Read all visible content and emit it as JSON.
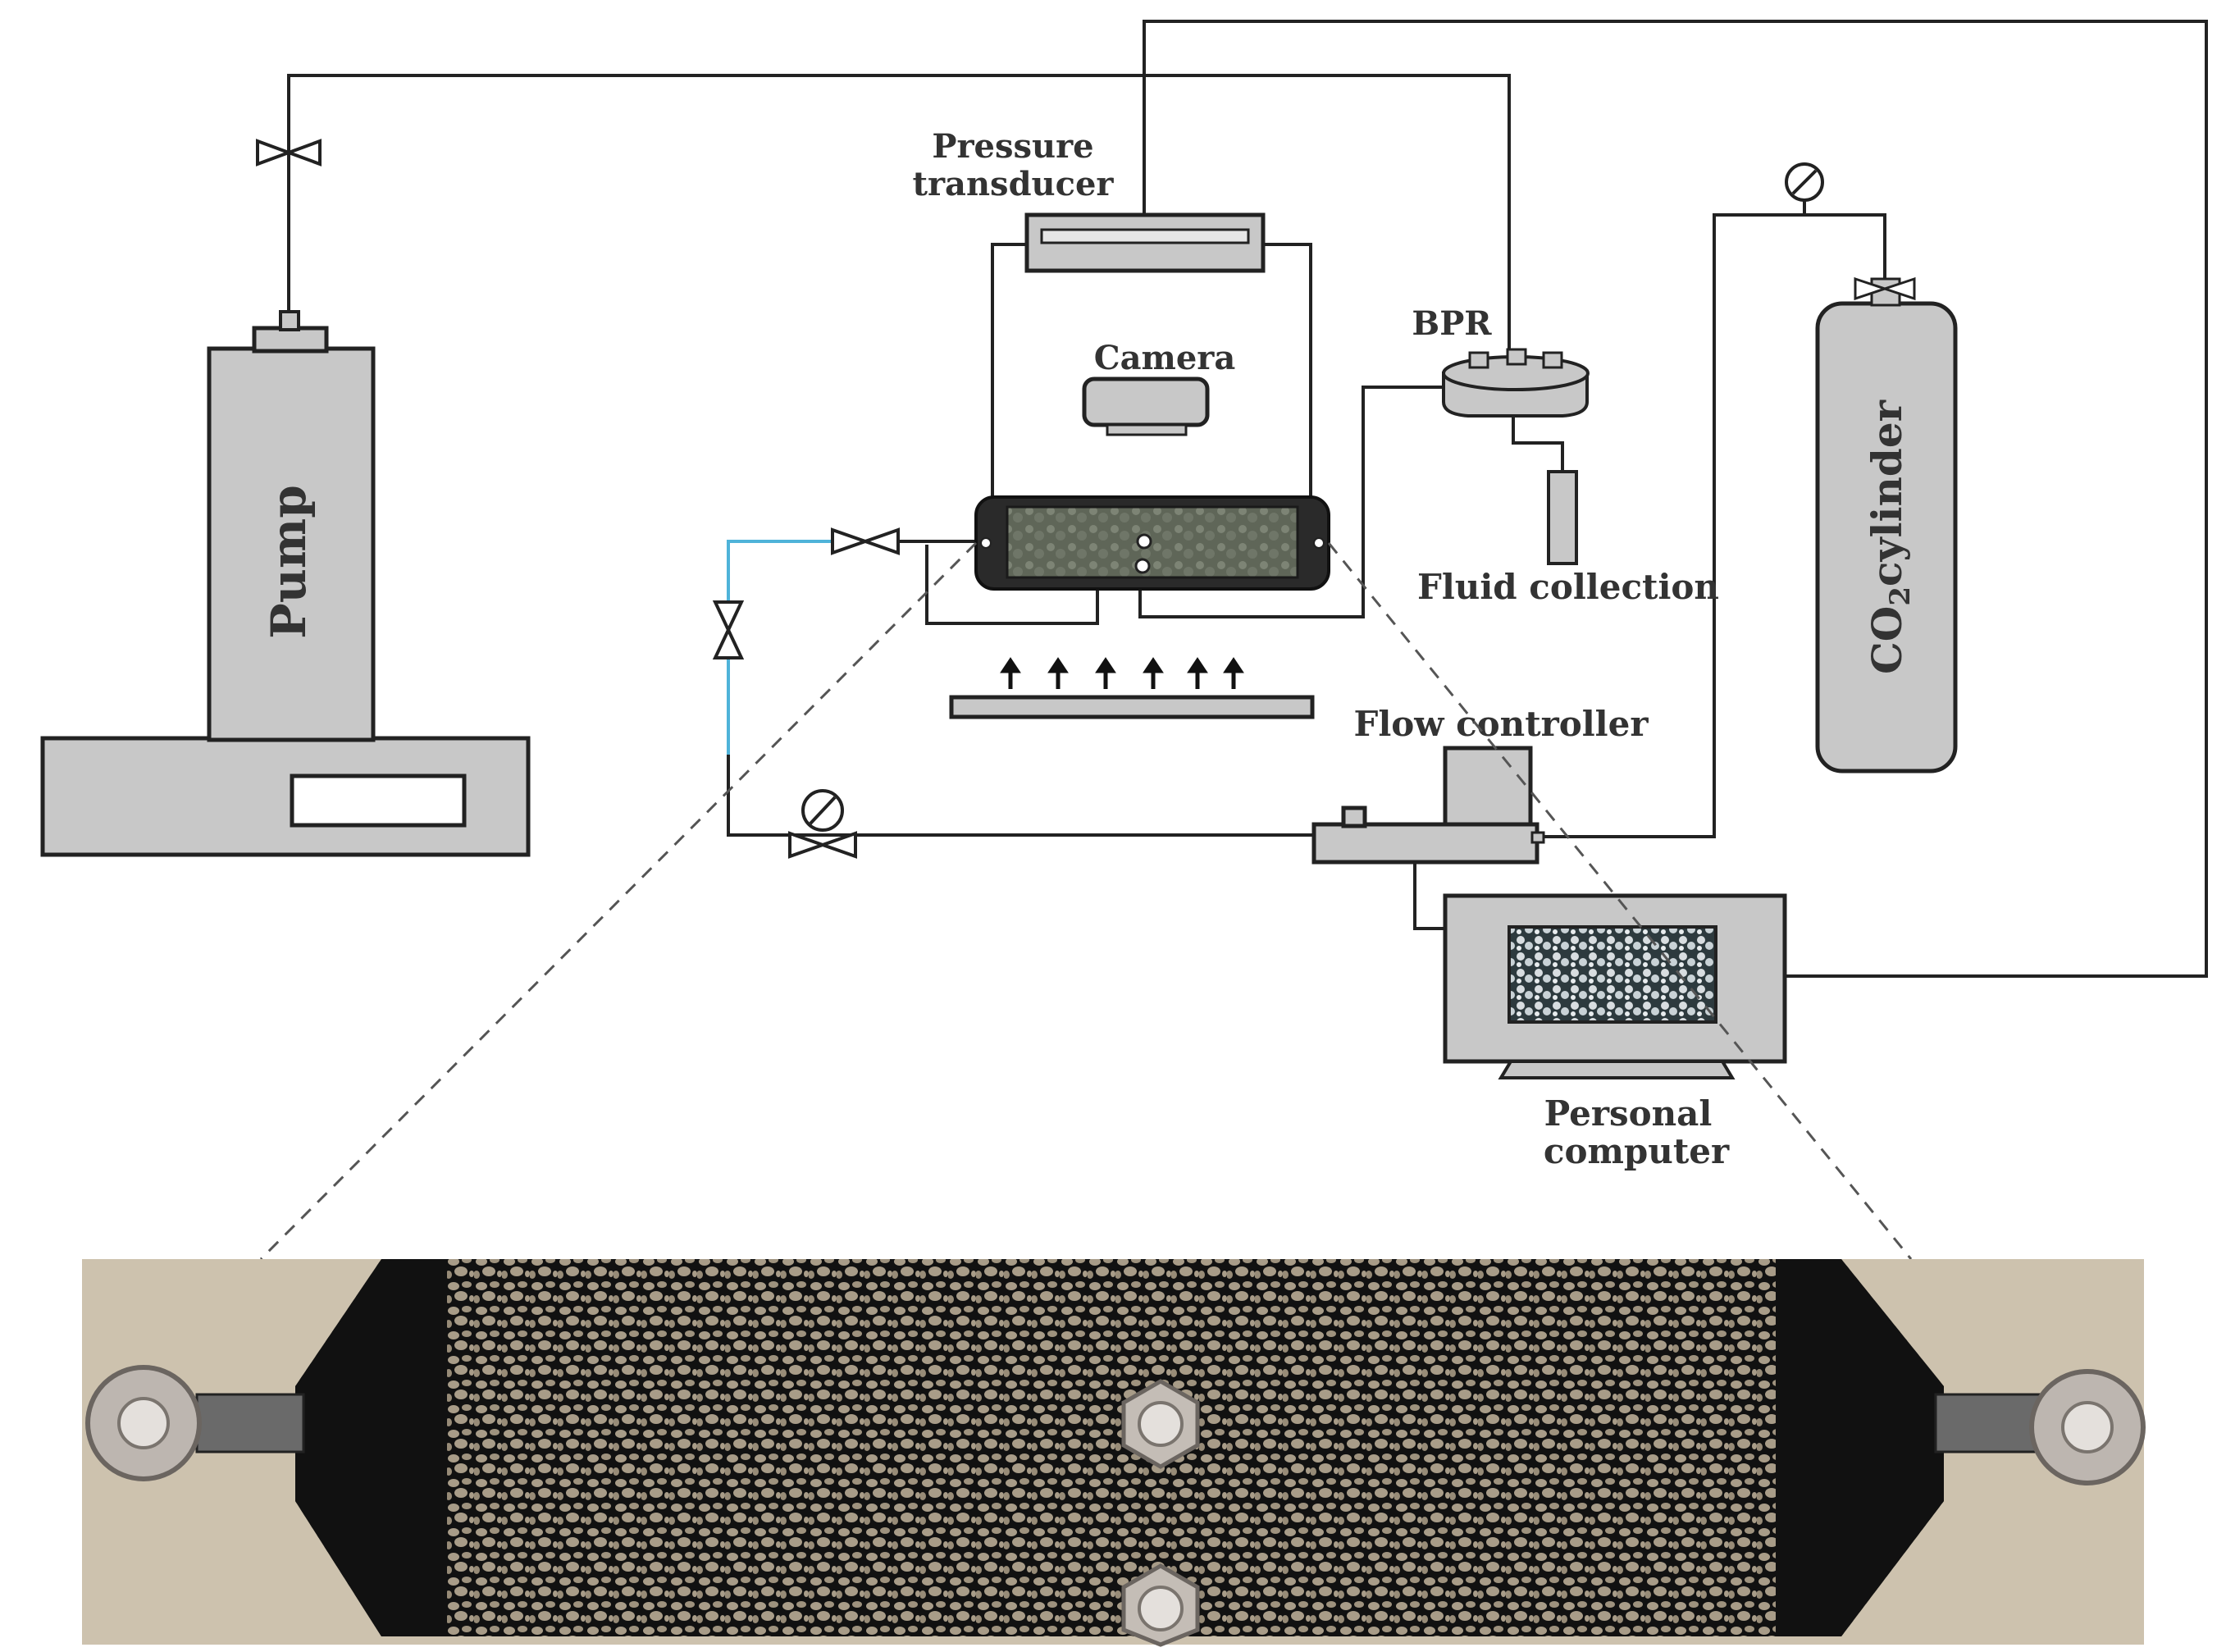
{
  "labels": {
    "pump": "Pump",
    "pressure_transducer_line1": "Pressure",
    "pressure_transducer_line2": "transducer",
    "camera": "Camera",
    "bpr": "BPR",
    "fluid_collection": "Fluid collection",
    "co2_cylinder_prefix": "CO",
    "co2_cylinder_subscript": "2",
    "co2_cylinder_suffix": "cylinder",
    "flow_controller": "Flow controller",
    "personal_computer_line1": "Personal",
    "personal_computer_line2": "computer"
  },
  "colors": {
    "equipment_fill": "#c8c8c8",
    "outline": "#222222",
    "label_text": "#333333",
    "water_line": "#4fb3d9",
    "micromodel_plate": "#c9bda8",
    "micromodel_pore_network": "#111111",
    "micromodel_grains": "#a89c88"
  }
}
